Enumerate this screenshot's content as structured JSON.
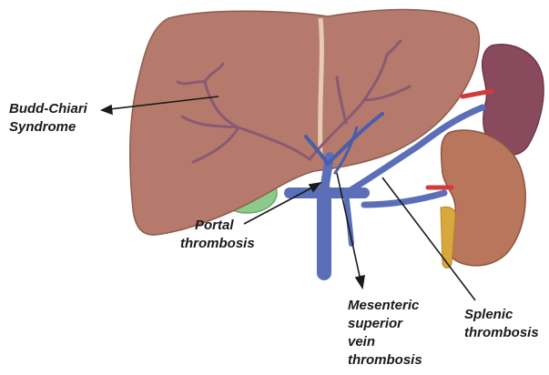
{
  "labels": {
    "budd_chiari": [
      "Budd-Chiari",
      "Syndrome"
    ],
    "portal": [
      "Portal",
      "thrombosis"
    ],
    "mesenteric": [
      "Mesenteric",
      "superior",
      "vein",
      "thrombosis"
    ],
    "splenic": [
      "Splenic",
      "thrombosis"
    ]
  },
  "colors": {
    "liver": "#b57a6c",
    "liver_shadow": "#9c6357",
    "vein": "#5b6fb8",
    "vein_dark": "#3f4f9a",
    "spleen": "#8a4a5e",
    "kidney": "#b8765c",
    "gallbladder": "#8cc98a",
    "artery": "#d33a3a",
    "adrenal": "#d9a83c"
  }
}
